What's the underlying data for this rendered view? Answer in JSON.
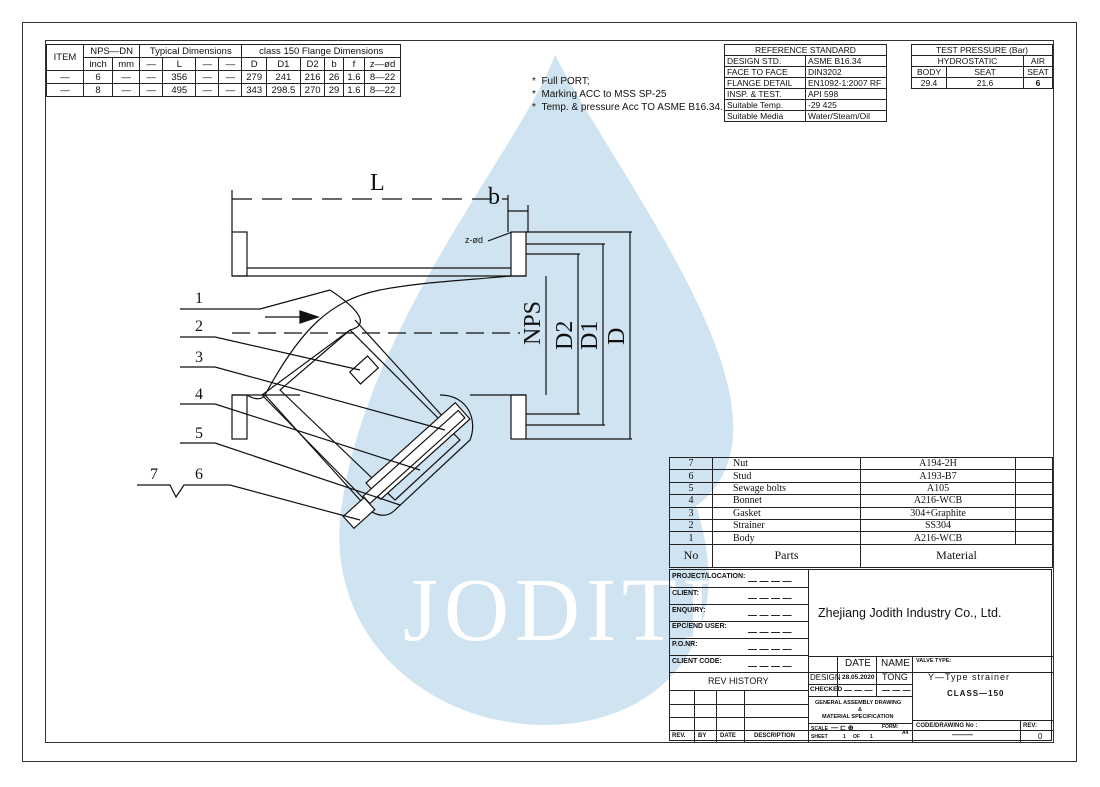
{
  "dimensions_table": {
    "headers": {
      "item": "ITEM",
      "nps_dn": "NPS—DN",
      "typical": "Typical Dimensions",
      "flange": "class 150 Flange Dimensions",
      "sub": [
        "inch",
        "mm",
        "—",
        "L",
        "—",
        "—",
        "D",
        "D1",
        "D2",
        "b",
        "f",
        "z—ød"
      ]
    },
    "rows": [
      [
        "—",
        "6",
        "—",
        "—",
        "356",
        "—",
        "—",
        "279",
        "241",
        "216",
        "26",
        "1.6",
        "8—22"
      ],
      [
        "—",
        "8",
        "—",
        "—",
        "495",
        "—",
        "—",
        "343",
        "298.5",
        "270",
        "29",
        "1.6",
        "8—22"
      ]
    ]
  },
  "notes": [
    "Full PORT;",
    "Marking ACC to MSS SP-25",
    "Temp. & pressure Acc TO ASME B16.34."
  ],
  "reference_standard": {
    "title": "REFERENCE STANDARD",
    "rows": [
      [
        "DESIGN STD.",
        "ASME B16.34"
      ],
      [
        "FACE TO FACE",
        "DIN3202"
      ],
      [
        "FLANGE DETAIL",
        "EN1092-1:2007 RF"
      ],
      [
        "INSP. & TEST.",
        "API 598"
      ],
      [
        "Suitable Temp.",
        "-29   425"
      ],
      [
        "Suitable Media",
        "Water/Steam/Oil"
      ]
    ]
  },
  "test_pressure": {
    "title": "TEST PRESSURE (Bar)",
    "hydrostatic": "HYDROSTATIC",
    "air": "AIR",
    "body": "BODY",
    "seat": "SEAT",
    "air_seat": "SEAT",
    "values": [
      "29.4",
      "21.6",
      "6"
    ]
  },
  "drawing_labels": {
    "L": "L",
    "b": "b",
    "zd": "z-ød",
    "NPS": "NPS",
    "D2": "D2",
    "D1": "D1",
    "D": "D",
    "callouts": [
      "1",
      "2",
      "3",
      "4",
      "5",
      "7",
      "6"
    ]
  },
  "parts_table": {
    "rows": [
      [
        "7",
        "Nut",
        "A194-2H"
      ],
      [
        "6",
        "Stud",
        "A193-B7"
      ],
      [
        "5",
        "Sewage bolts",
        "A105"
      ],
      [
        "4",
        "Bonnet",
        "A216-WCB"
      ],
      [
        "3",
        "Gasket",
        "304+Graphite"
      ],
      [
        "2",
        "Strainer",
        "SS304"
      ],
      [
        "1",
        "Body",
        "A216-WCB"
      ]
    ],
    "header": [
      "No",
      "Parts",
      "Material"
    ]
  },
  "title_block": {
    "project": "PROJECT/LOCATION:",
    "client": "CLIENT:",
    "enquiry": "ENQUIRY:",
    "epc": "EPC/END USER:",
    "po": "P.O.NR:",
    "client_code": "CLIENT CODE:",
    "blank": "— — — —",
    "company": "Zhejiang Jodith Industry Co., Ltd.",
    "rev_history": "REV HISTORY",
    "date_h": "DATE",
    "name_h": "NAME",
    "design": "DESIGN",
    "design_date": "28.05.2020",
    "design_name": "TONG",
    "checked": "CHECKED",
    "checked_val": "— — —",
    "valve_type_label": "VALVE TYPE:",
    "valve_type": "Y—Type strainer",
    "class": "CLASS—150",
    "gad1": "GENERAL ASSEMBLY DRAWING",
    "gad2": "&",
    "gad3": "MATERIAL SPECIFICATION",
    "scale": "SCALE",
    "form": "FORM:",
    "form_val": "A4",
    "sheet": "SHEET",
    "sheet_no": "1",
    "of": "OF",
    "sheet_total": "1",
    "code_label": "CODE/DRAWING No :",
    "code_val": "———",
    "rev_label": "REV:",
    "rev_val": "0",
    "rev": "REV.",
    "by": "BY",
    "date": "DATE",
    "description": "DESCRIPTION"
  },
  "watermark": "JODITH",
  "colors": {
    "watermark_blue": "#cfe3f1",
    "line": "#111111"
  }
}
